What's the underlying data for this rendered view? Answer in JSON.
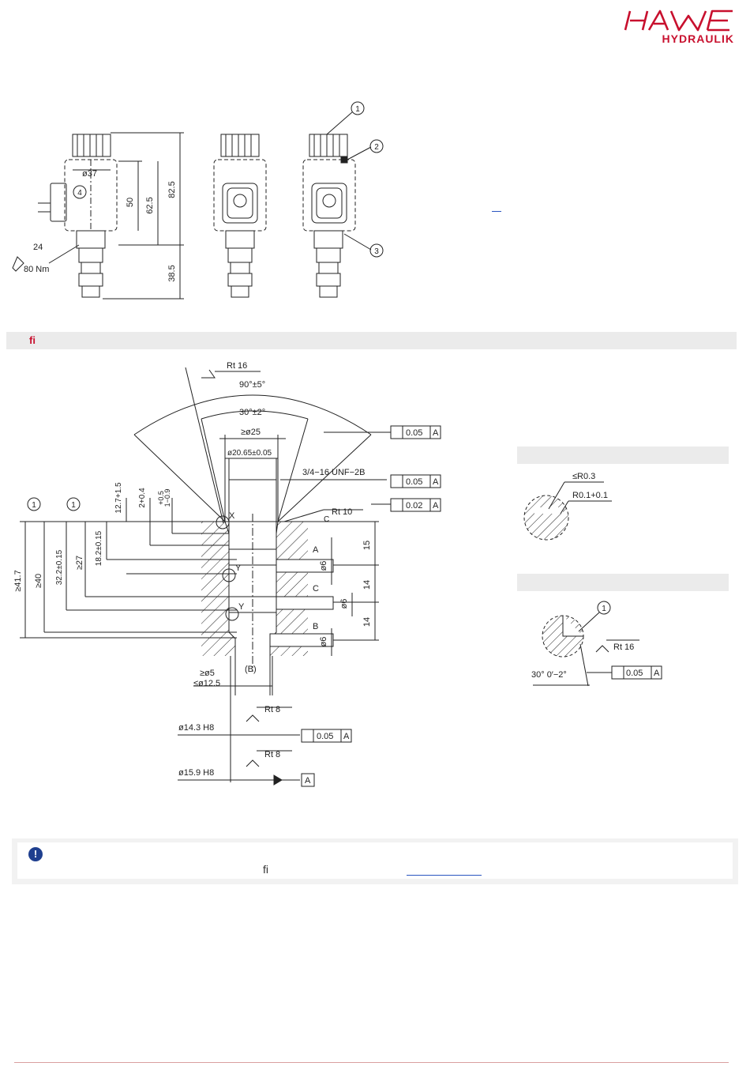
{
  "brand": {
    "logo_word": "HAWE",
    "logo_sub": "HYDRAULIK",
    "color": "#c8102e"
  },
  "section": {
    "mark": "fi"
  },
  "notice": {
    "text": "fi",
    "icon": "exclamation-icon",
    "icon_color": "#1f3f8f"
  },
  "top_drawing": {
    "dimensions": {
      "diameter": "ø37",
      "h50": "50",
      "h62_5": "62.5",
      "h82_5": "82.5",
      "h38_5": "38.5"
    },
    "wrench": {
      "size": "24",
      "torque": "80 Nm"
    },
    "callouts": [
      "1",
      "2",
      "3",
      "4"
    ]
  },
  "cavity_drawing": {
    "roughness": {
      "rt16": "Rt 16",
      "rt10": "Rt 10",
      "rt8a": "Rt 8",
      "rt8b": "Rt 8"
    },
    "angles": {
      "a90": "90°±5°",
      "a30": "30°±2°"
    },
    "diameters": {
      "d25": "≥ø25",
      "d2065": "ø20.65±0.05",
      "d5": "≥ø5",
      "d12_5": "≤ø12.5",
      "d14_3": "ø14.3  H8",
      "d15_9": "ø15.9  H8",
      "d6": "ø6"
    },
    "thread": "3/4−16  UNF−2B",
    "tolerances": {
      "t005": "0.05",
      "t002": "0.02",
      "datum": "A"
    },
    "vertical_dims": {
      "v12_7": "12.7+1.5",
      "v2": "2+0.4",
      "v1": "1−0.9",
      "v1b": "+0.5",
      "v18_2": "18.2±0.15",
      "v27": "≥27",
      "v32_2": "32.2±0.15",
      "v40": "≥40",
      "v41_7": "≥41.7",
      "v15": "15",
      "v14a": "14",
      "v14b": "14"
    },
    "ports": {
      "A": "A",
      "B": "B",
      "C": "C",
      "Bp": "(B)",
      "X": "X",
      "Y": "Y"
    },
    "callouts": [
      "1",
      "1"
    ]
  },
  "detail_1": {
    "r03": "≤R0.3",
    "r01": "R0.1+0.1"
  },
  "detail_2": {
    "callout": "1",
    "rt16": "Rt 16",
    "angle": "30° 0′−2°",
    "tol": "0.05",
    "datum": "A"
  }
}
